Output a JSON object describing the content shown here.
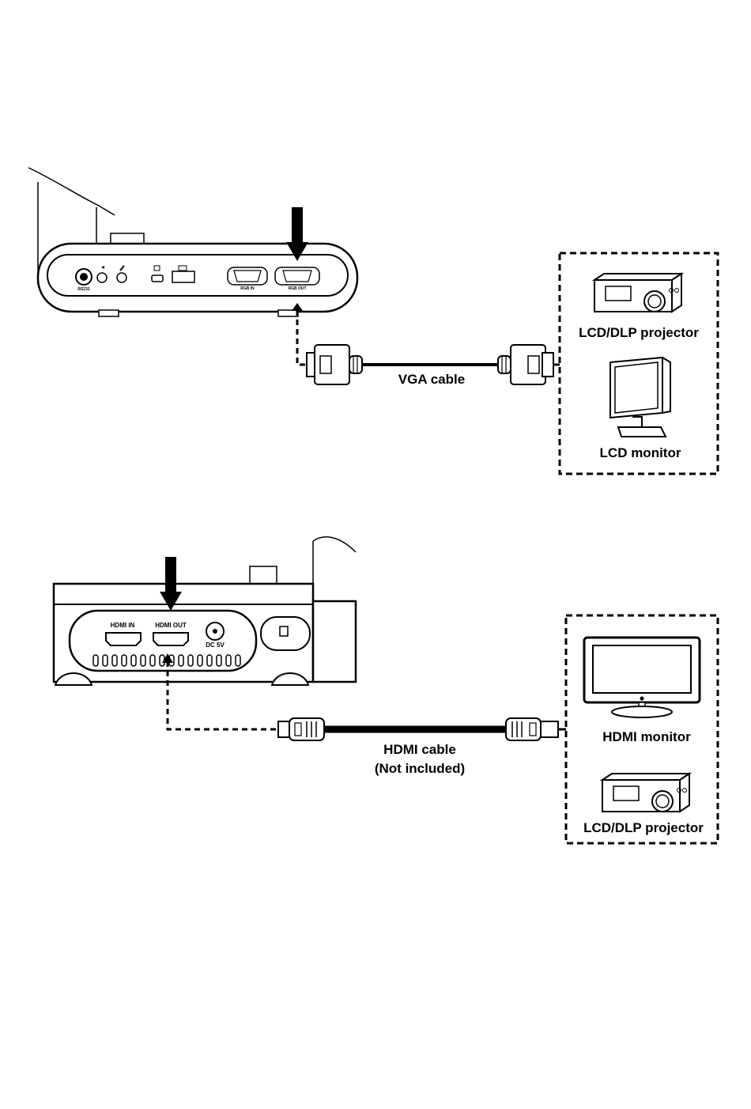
{
  "vga_section": {
    "device_port_labels": {
      "rs232": "RS232",
      "rgb_in": "RGB IN",
      "rgb_out": "RGB OUT"
    },
    "cable_label": "VGA cable",
    "targets": {
      "projector_label": "LCD/DLP projector",
      "monitor_label": "LCD monitor"
    }
  },
  "hdmi_section": {
    "device_port_labels": {
      "hdmi_in": "HDMI IN",
      "hdmi_out": "HDMI OUT",
      "dc": "DC 5V"
    },
    "cable_label_line1": "HDMI cable",
    "cable_label_line2": "(Not included)",
    "targets": {
      "monitor_label": "HDMI monitor",
      "projector_label": "LCD/DLP projector"
    }
  },
  "colors": {
    "line": "#000000",
    "body": "#ffffff",
    "shade": "#e6e6e6"
  }
}
